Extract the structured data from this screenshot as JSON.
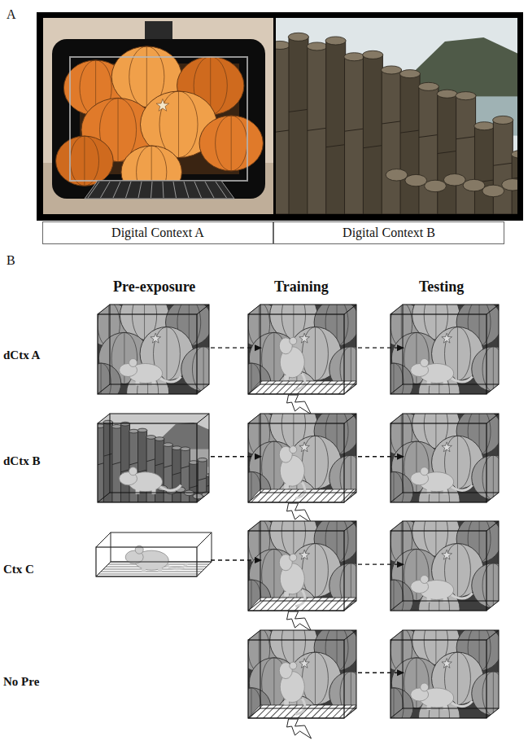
{
  "diagram": {
    "nodes": [
      {
        "text": [
          "Digital Context A"
        ]
      },
      {
        "text": [
          "Digital Context B"
        ]
      }
    ],
    "labels": [
      "A",
      "B",
      "Pre-exposure",
      "Training",
      "Testing",
      "dCtx A",
      "dCtx B",
      "Ctx C",
      "No Pre"
    ]
  }
}
